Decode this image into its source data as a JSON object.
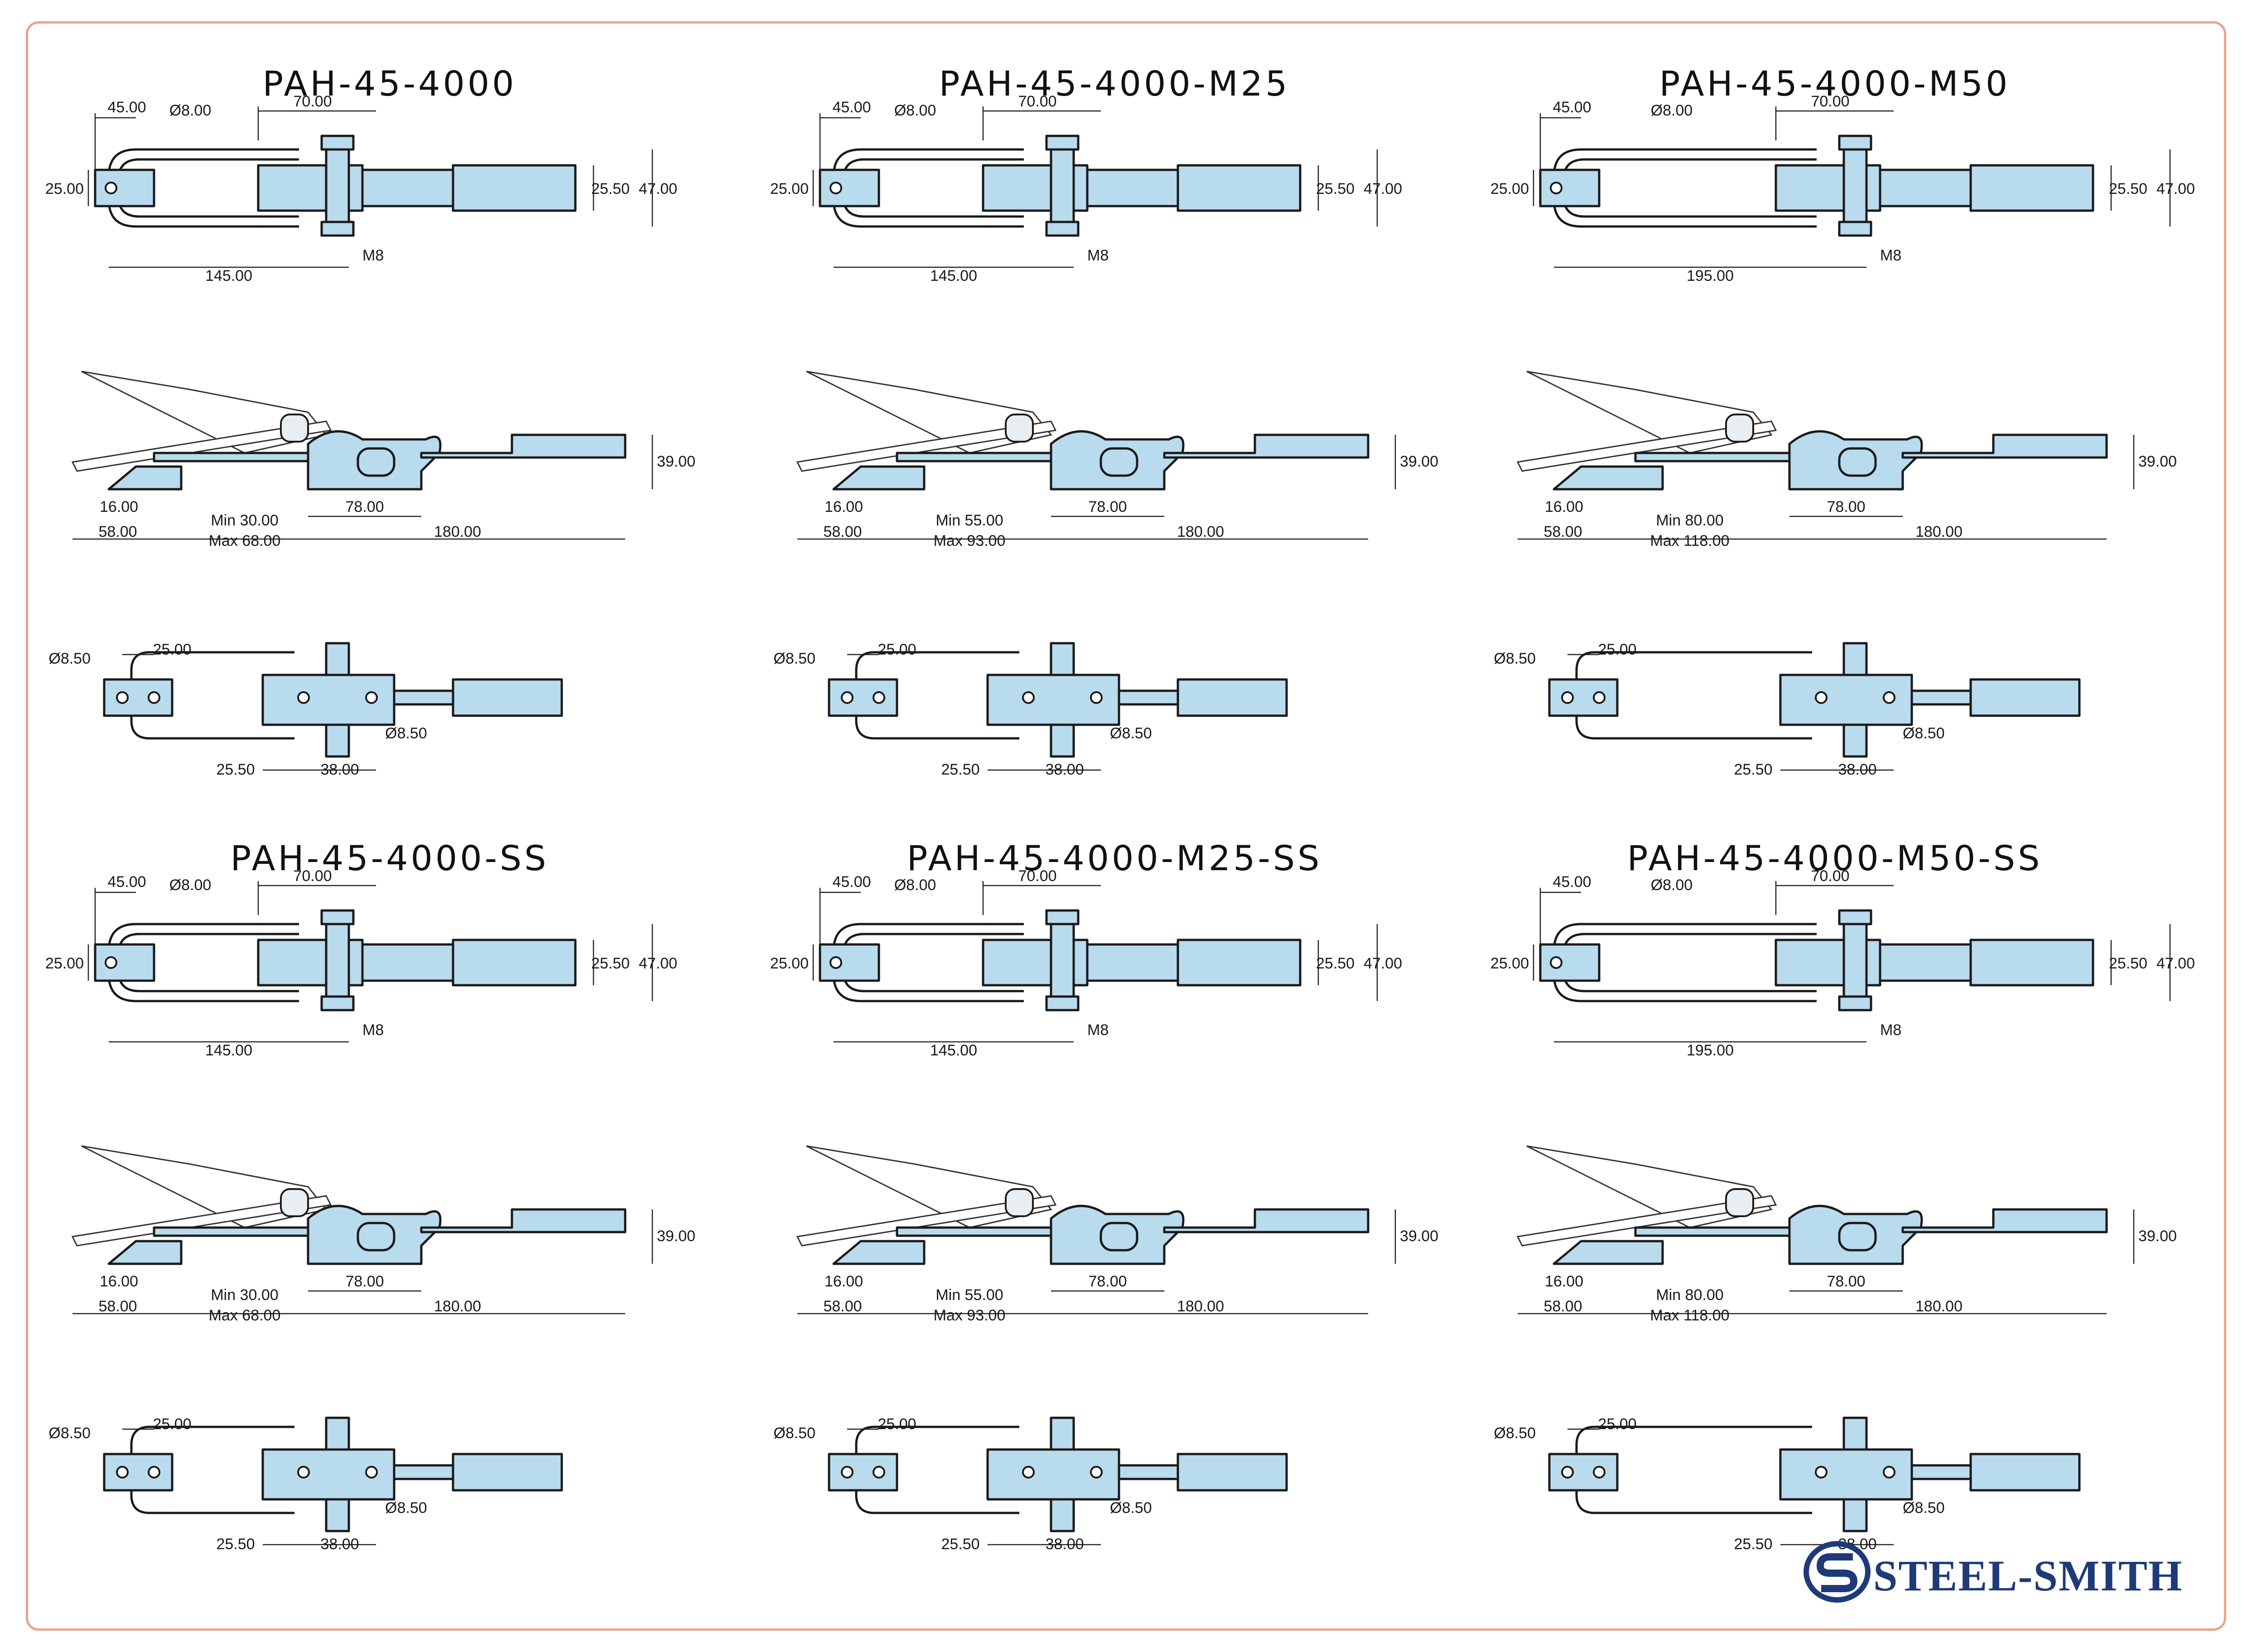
{
  "panels": [
    {
      "title": "PAH-45-4000",
      "top": {
        "clevis": "45.00",
        "dia": "Ø8.00",
        "span": "70.00",
        "height": "25.00",
        "w1": "25.50",
        "w2": "47.00",
        "bolt": "M8",
        "length": "145.00"
      },
      "side": {
        "tip": "16.00",
        "base": "58.00",
        "min": "Min 30.00",
        "max": "Max 68.00",
        "foot": "78.00",
        "total": "180.00",
        "h": "39.00"
      },
      "bottom": {
        "hole": "Ø8.50",
        "pitch": "25.00",
        "hole2": "Ø8.50",
        "a": "25.50",
        "b": "38.00"
      }
    },
    {
      "title": "PAH-45-4000-M25",
      "top": {
        "clevis": "45.00",
        "dia": "Ø8.00",
        "span": "70.00",
        "height": "25.00",
        "w1": "25.50",
        "w2": "47.00",
        "bolt": "M8",
        "length": "145.00"
      },
      "side": {
        "tip": "16.00",
        "base": "58.00",
        "min": "Min 55.00",
        "max": "Max 93.00",
        "foot": "78.00",
        "total": "180.00",
        "h": "39.00"
      },
      "bottom": {
        "hole": "Ø8.50",
        "pitch": "25.00",
        "hole2": "Ø8.50",
        "a": "25.50",
        "b": "38.00"
      }
    },
    {
      "title": "PAH-45-4000-M50",
      "top": {
        "clevis": "45.00",
        "dia": "Ø8.00",
        "span": "70.00",
        "height": "25.00",
        "w1": "25.50",
        "w2": "47.00",
        "bolt": "M8",
        "length": "195.00"
      },
      "side": {
        "tip": "16.00",
        "base": "58.00",
        "min": "Min 80.00",
        "max": "Max 118.00",
        "foot": "78.00",
        "total": "180.00",
        "h": "39.00"
      },
      "bottom": {
        "hole": "Ø8.50",
        "pitch": "25.00",
        "hole2": "Ø8.50",
        "a": "25.50",
        "b": "38.00"
      }
    },
    {
      "title": "PAH-45-4000-SS",
      "top": {
        "clevis": "45.00",
        "dia": "Ø8.00",
        "span": "70.00",
        "height": "25.00",
        "w1": "25.50",
        "w2": "47.00",
        "bolt": "M8",
        "length": "145.00"
      },
      "side": {
        "tip": "16.00",
        "base": "58.00",
        "min": "Min 30.00",
        "max": "Max 68.00",
        "foot": "78.00",
        "total": "180.00",
        "h": "39.00"
      },
      "bottom": {
        "hole": "Ø8.50",
        "pitch": "25.00",
        "hole2": "Ø8.50",
        "a": "25.50",
        "b": "38.00"
      }
    },
    {
      "title": "PAH-45-4000-M25-SS",
      "top": {
        "clevis": "45.00",
        "dia": "Ø8.00",
        "span": "70.00",
        "height": "25.00",
        "w1": "25.50",
        "w2": "47.00",
        "bolt": "M8",
        "length": "145.00"
      },
      "side": {
        "tip": "16.00",
        "base": "58.00",
        "min": "Min 55.00",
        "max": "Max 93.00",
        "foot": "78.00",
        "total": "180.00",
        "h": "39.00"
      },
      "bottom": {
        "hole": "Ø8.50",
        "pitch": "25.00",
        "hole2": "Ø8.50",
        "a": "25.50",
        "b": "38.00"
      }
    },
    {
      "title": "PAH-45-4000-M50-SS",
      "top": {
        "clevis": "45.00",
        "dia": "Ø8.00",
        "span": "70.00",
        "height": "25.00",
        "w1": "25.50",
        "w2": "47.00",
        "bolt": "M8",
        "length": "195.00"
      },
      "side": {
        "tip": "16.00",
        "base": "58.00",
        "min": "Min 80.00",
        "max": "Max 118.00",
        "foot": "78.00",
        "total": "180.00",
        "h": "39.00"
      },
      "bottom": {
        "hole": "Ø8.50",
        "pitch": "25.00",
        "hole2": "Ø8.50",
        "a": "25.50",
        "b": "38.00"
      }
    }
  ],
  "brand": {
    "name": "STEEL-SMITH",
    "color": "#1e3a78"
  },
  "colors": {
    "part_fill": "#b9dbee",
    "frame_border": "#e8a488"
  }
}
